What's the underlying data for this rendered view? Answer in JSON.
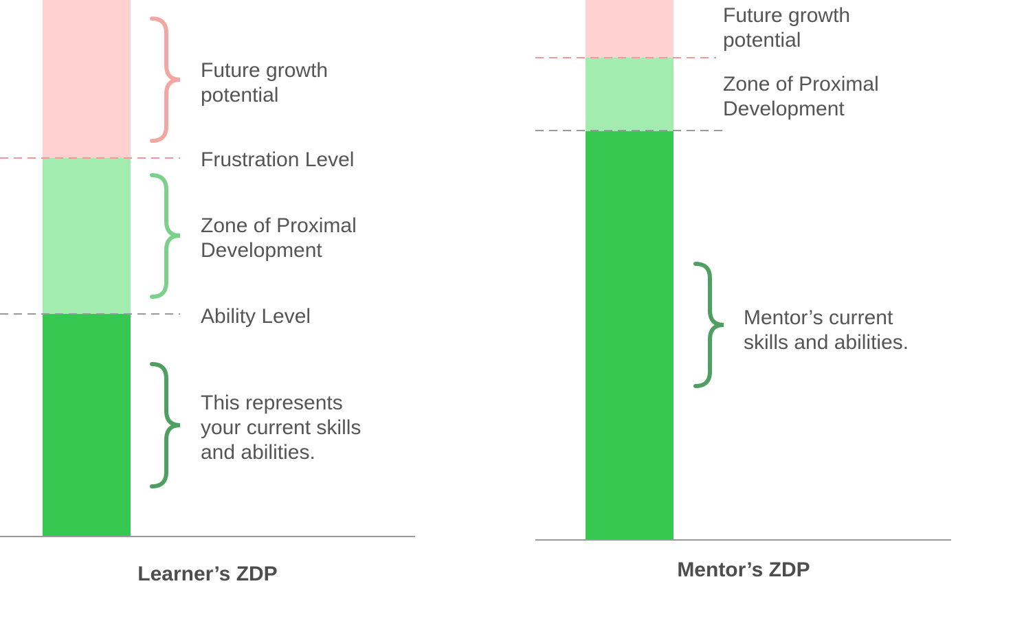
{
  "colors": {
    "future_growth": "#ffd1d1",
    "zpd": "#a1ecae",
    "current_skills": "#36c850",
    "pink_brace": "#f2a7a2",
    "light_green_brace": "#7dcf8e",
    "dark_green_brace": "#4f9e62",
    "frustration_line": "#ee9a9a",
    "ability_line": "#999999",
    "baseline": "#999999",
    "text": "#555555"
  },
  "learner": {
    "caption": "Learner’s ZDP",
    "future_growth": [
      "Future growth",
      "potential"
    ],
    "frustration_level": "Frustration Level",
    "zpd": [
      "Zone of Proximal",
      "Development"
    ],
    "ability_level": "Ability Level",
    "current_skills": [
      "This represents",
      "your current skills",
      "and abilities."
    ]
  },
  "mentor": {
    "caption": "Mentor’s ZDP",
    "future_growth": [
      "Future growth",
      "potential"
    ],
    "zpd": [
      "Zone of Proximal",
      "Development"
    ],
    "current_skills": [
      "Mentor’s current",
      "skills and abilities."
    ]
  }
}
